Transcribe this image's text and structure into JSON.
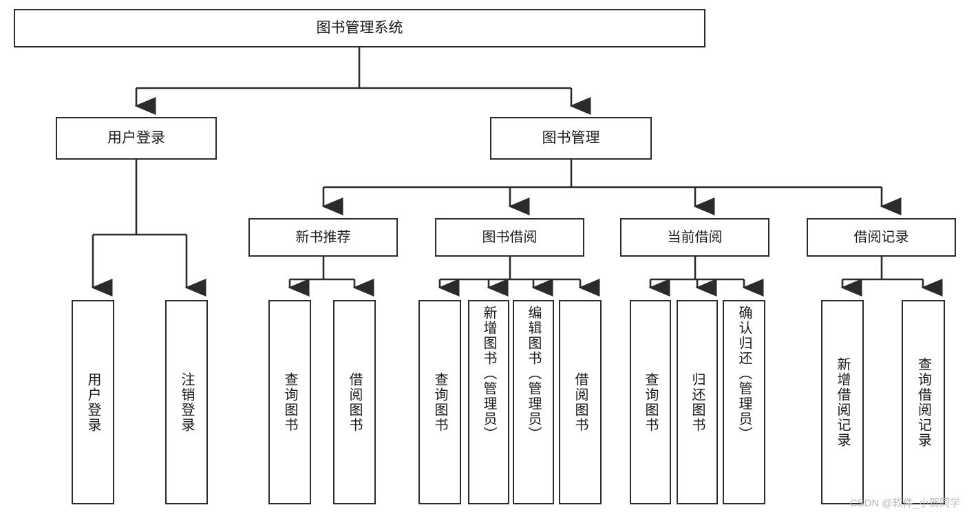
{
  "diagram": {
    "type": "tree-hierarchy-diagram",
    "title": "图书管理系统",
    "watermark": "CSDN @软件_小贺同学",
    "colors": {
      "box_border": "#2b2b2b",
      "box_fill": "#ffffff",
      "connector": "#2b2b2b",
      "text": "#1a1a1a",
      "watermark": "#b9b9b9",
      "background": "#ffffff"
    },
    "nodes": {
      "root": {
        "label": "图书管理系统"
      },
      "level2": [
        {
          "label": "用户登录"
        },
        {
          "label": "图书管理"
        }
      ],
      "level3": [
        {
          "label": "新书推荐"
        },
        {
          "label": "图书借阅"
        },
        {
          "label": "当前借阅"
        },
        {
          "label": "借阅记录"
        }
      ],
      "leaves": [
        {
          "label": "用户登录",
          "parent": "用户登录"
        },
        {
          "label": "注销登录",
          "parent": "用户登录"
        },
        {
          "label": "查询图书",
          "parent": "新书推荐"
        },
        {
          "label": "借阅图书",
          "parent": "新书推荐"
        },
        {
          "label": "查询图书",
          "parent": "图书借阅"
        },
        {
          "label": "新增图书（管理员）",
          "parent": "图书借阅"
        },
        {
          "label": "编辑图书（管理员）",
          "parent": "图书借阅"
        },
        {
          "label": "借阅图书",
          "parent": "图书借阅"
        },
        {
          "label": "查询图书",
          "parent": "当前借阅"
        },
        {
          "label": "归还图书",
          "parent": "当前借阅"
        },
        {
          "label": "确认归还（管理员）",
          "parent": "当前借阅"
        },
        {
          "label": "新增借阅记录",
          "parent": "借阅记录"
        },
        {
          "label": "查询借阅记录",
          "parent": "借阅记录"
        }
      ]
    }
  }
}
